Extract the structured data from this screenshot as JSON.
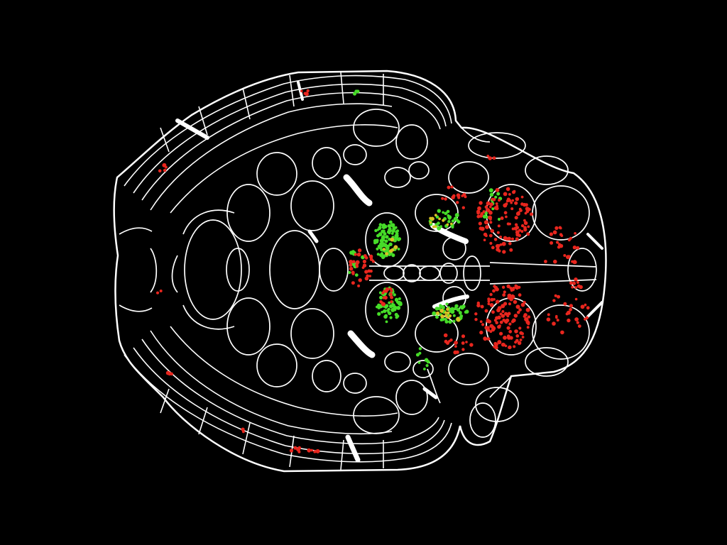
{
  "view": {
    "background_color": "#000000",
    "outline_color": "#ffffff"
  },
  "cell_populations": [
    {
      "id": "red",
      "color": "#e8261e"
    },
    {
      "id": "green",
      "color": "#46dc28"
    },
    {
      "id": "yellow",
      "color": "#d8c024"
    }
  ]
}
